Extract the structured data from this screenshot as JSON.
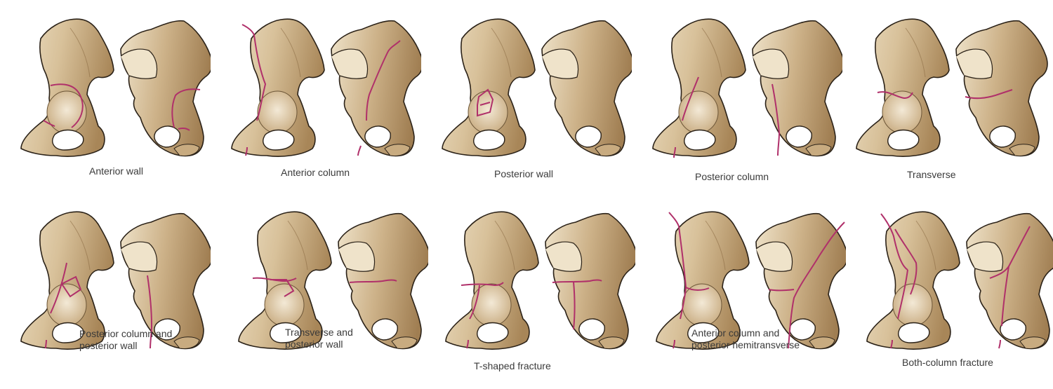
{
  "diagram": {
    "subject": "Acetabular fracture classification",
    "colors": {
      "bone_light": "#e6d7b8",
      "bone_mid": "#c9ad82",
      "bone_dark": "#a4825a",
      "outline": "#2b2218",
      "fracture_line": "#b0306a",
      "caption_text": "#3a3a3a"
    },
    "panels": [
      {
        "id": "anterior-wall",
        "label": "Anterior wall",
        "row": 1,
        "col": 1
      },
      {
        "id": "anterior-column",
        "label": "Anterior column",
        "row": 1,
        "col": 2
      },
      {
        "id": "posterior-wall",
        "label": "Posterior wall",
        "row": 1,
        "col": 3
      },
      {
        "id": "posterior-column",
        "label": "Posterior column",
        "row": 1,
        "col": 4
      },
      {
        "id": "transverse",
        "label": "Transverse",
        "row": 1,
        "col": 5
      },
      {
        "id": "posterior-column-posterior-wall",
        "label_line1": "Posterior column and",
        "label_line2": "posterior wall",
        "row": 2,
        "col": 1
      },
      {
        "id": "transverse-posterior-wall",
        "label_line1": "Transverse and",
        "label_line2": "posterior wall",
        "row": 2,
        "col": 2
      },
      {
        "id": "t-shaped",
        "label": "T-shaped fracture",
        "row": 2,
        "col": 3
      },
      {
        "id": "anterior-column-posterior-hemitransverse",
        "label_line1": "Anterior column and",
        "label_line2": "posterior hemitransverse",
        "row": 2,
        "col": 4
      },
      {
        "id": "both-column",
        "label": "Both-column fracture",
        "row": 2,
        "col": 5
      }
    ]
  }
}
